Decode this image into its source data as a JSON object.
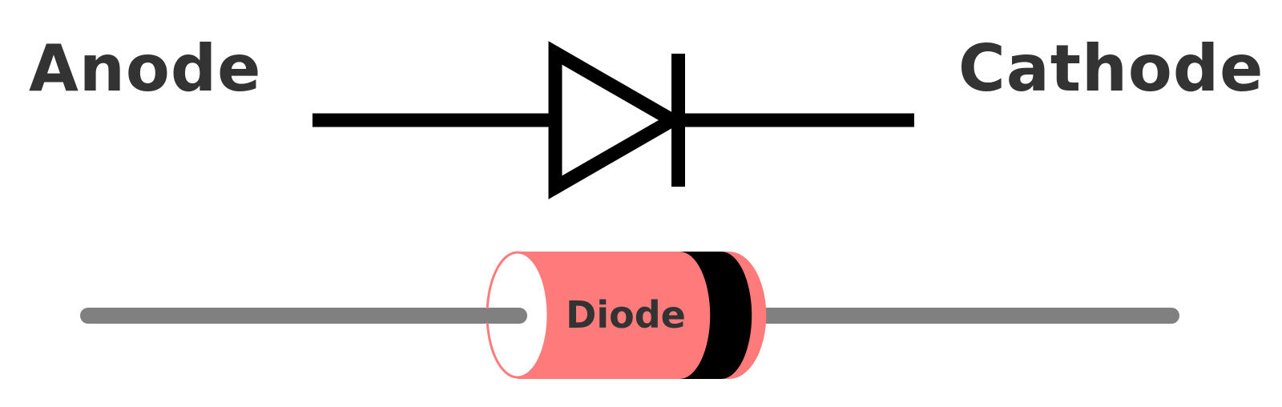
{
  "labels": {
    "anode": "Anode",
    "cathode": "Cathode",
    "component": "Diode"
  },
  "colors": {
    "text": "#333333",
    "symbol": "#000000",
    "lead": "#808080",
    "body": "#FF7B7B",
    "band": "#000000"
  }
}
